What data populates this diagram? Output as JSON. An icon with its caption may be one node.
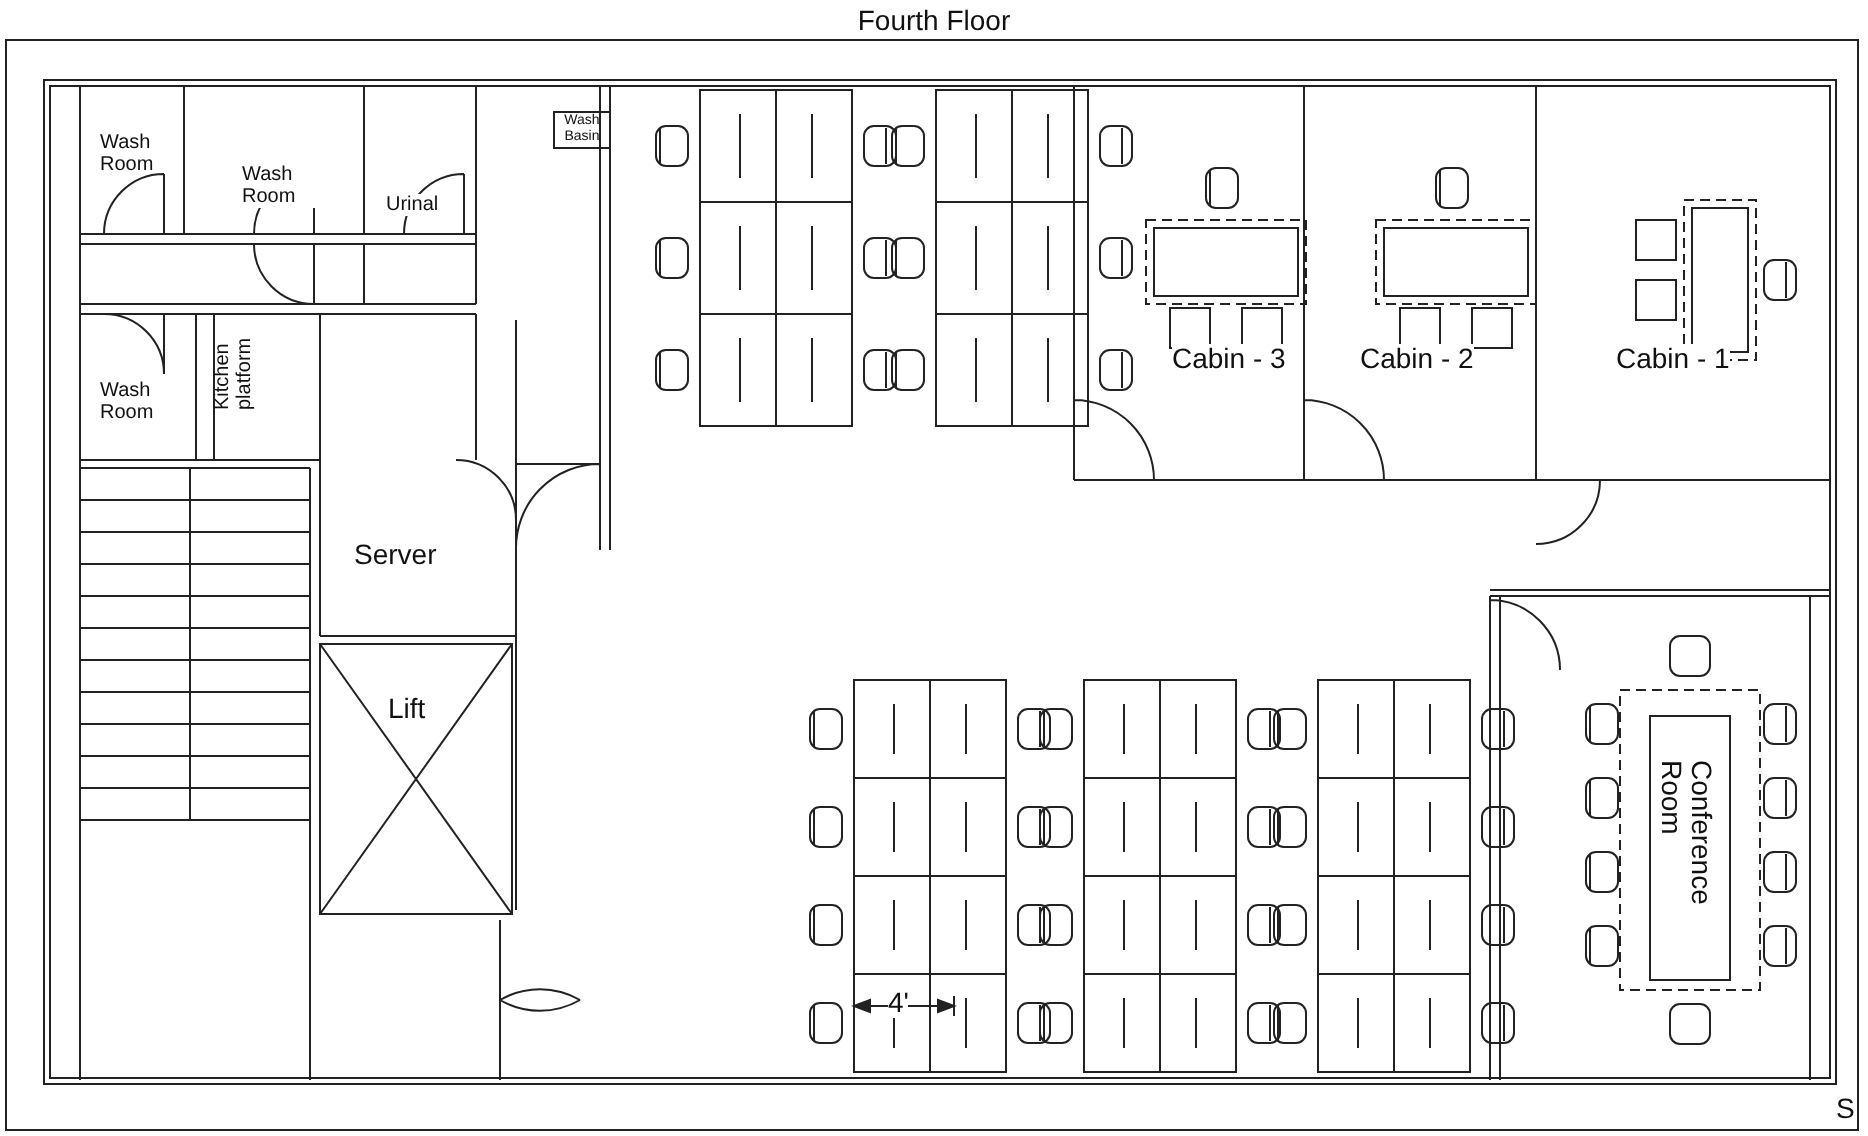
{
  "diagram": {
    "title": "Fourth Floor",
    "labels": [
      "Wash Room",
      "Wash Room",
      "Urinal",
      "Wash Basin",
      "Cabin - 3",
      "Cabin - 2",
      "Cabin - 1",
      "Wash Room",
      "Kitchen platform",
      "Server",
      "Lift",
      "Conference Room",
      "4'",
      "S"
    ]
  }
}
